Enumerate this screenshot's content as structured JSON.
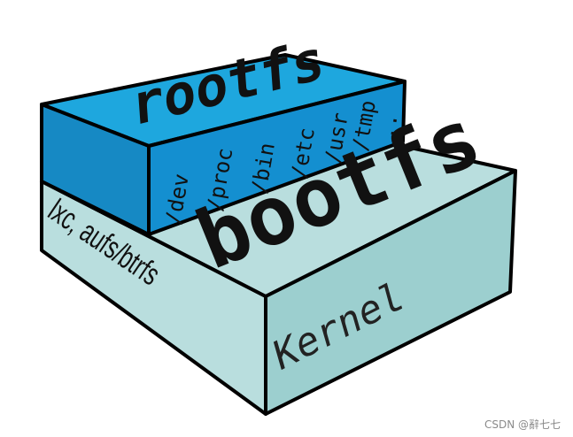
{
  "diagram": {
    "rootfs": {
      "title": "rootfs",
      "dirs": [
        "/dev",
        "/proc",
        "/bin",
        "/etc",
        "/usr",
        "/tmp",
        ".."
      ]
    },
    "bootfs": {
      "title": "bootfs",
      "side_label": "lxc, aufs/btrfs",
      "front_label": "Kernel"
    }
  },
  "colors": {
    "rootfs_top": "#1ea7de",
    "rootfs_front": "#1689c4",
    "rootfs_right": "#0f6aa0",
    "bootfs_top": "#b9dede",
    "bootfs_front": "#9ccfcf",
    "bootfs_right": "#8cc7c7",
    "outline": "#000000"
  },
  "watermark": "CSDN @辭七七"
}
